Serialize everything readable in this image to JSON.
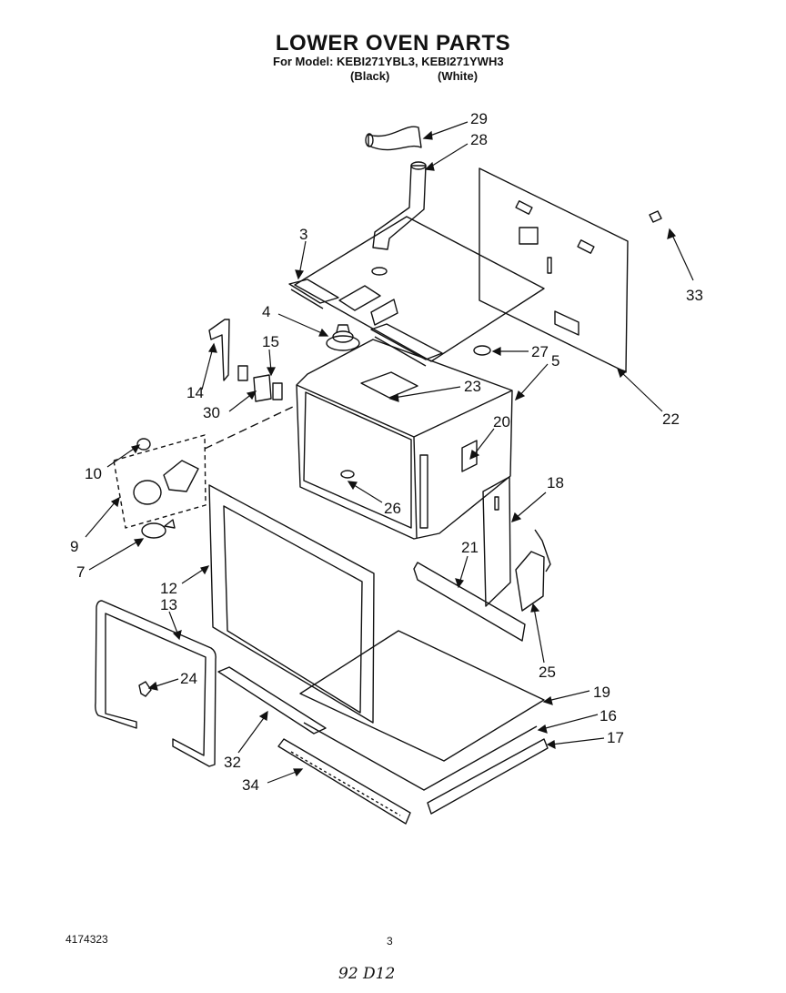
{
  "header": {
    "title": "LOWER OVEN PARTS",
    "model_line": "For Model: KEBI271YBL3,  KEBI271YWH3",
    "variants": [
      "(Black)",
      "(White)"
    ]
  },
  "callouts": [
    "29",
    "28",
    "3",
    "33",
    "4",
    "15",
    "14",
    "30",
    "27",
    "5",
    "23",
    "22",
    "20",
    "10",
    "26",
    "9",
    "18",
    "7",
    "21",
    "12",
    "13",
    "25",
    "24",
    "19",
    "16",
    "17",
    "32",
    "34"
  ],
  "footer": {
    "doc_number": "4174323",
    "page_number": "3",
    "handwritten": "92 D12"
  },
  "colors": {
    "ink": "#111111",
    "paper": "#ffffff"
  }
}
